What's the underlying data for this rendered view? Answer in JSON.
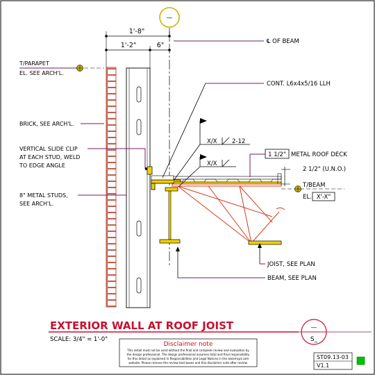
{
  "colors": {
    "annotation": "#7a1a5e",
    "title": "#c8102e",
    "structure": "#000000",
    "joist": "#d23a1a",
    "steel_fill": "#f2d100",
    "brick": "#b5452f",
    "level_marker": "#c8b400",
    "disclaimer_title": "#d01010",
    "status_light": "#00c000"
  },
  "section_marker_top": {
    "symbol": "—"
  },
  "dimensions": {
    "overall": "1'-8\"",
    "stud_depth": "1'-2\"",
    "offset": "6\""
  },
  "labels": {
    "cl_beam": "℄ OF BEAM",
    "angle": "CONT. L6x4x5/16 LLH",
    "parapet_line1": "T/PARAPET",
    "parapet_line2": "EL. SEE ARCH'L.",
    "brick": "BRICK, SEE ARCH'L.",
    "clip_line1": "VERTICAL SLIDE CLIP",
    "clip_line2": "AT EACH STUD, WELD",
    "clip_line3": "TO EDGE ANGLE",
    "studs_line1": "8\" METAL STUDS,",
    "studs_line2": "SEE ARCH'L.",
    "weld1_size": "X/X",
    "weld1_spacing": "2-12",
    "weld2_size": "X/X",
    "deck_size": "1 1/2\"",
    "deck_text": "METAL ROOF DECK",
    "deck_uno": "2 1/2\" (U.N.O.)",
    "tbeam": "T/BEAM",
    "tbeam_el": "EL.",
    "tbeam_value": "X'-X\"",
    "joist": "JOIST, SEE PLAN",
    "beam": "BEAM, SEE PLAN"
  },
  "title_block": {
    "title": "EXTERIOR WALL AT ROOF JOIST",
    "scale": "SCALE: 3/4\" = 1'-0\"",
    "bubble_top": "—",
    "bubble_bottom": "S_"
  },
  "disclaimer": {
    "heading": "Disclaimer note",
    "line1": "This detail must not be used without the final and complete review and evaluation by",
    "line2": "the design professional. The design professional assumes total and final responsibility",
    "line3": "for this detail as explained in Responsibilities and Legal Notices in the aisiemcpt.com",
    "line4": "website. Please remove the review text boxes and this disclaimer note after review."
  },
  "sheet": {
    "code": "ST09.13-03",
    "version": "V1.1"
  }
}
